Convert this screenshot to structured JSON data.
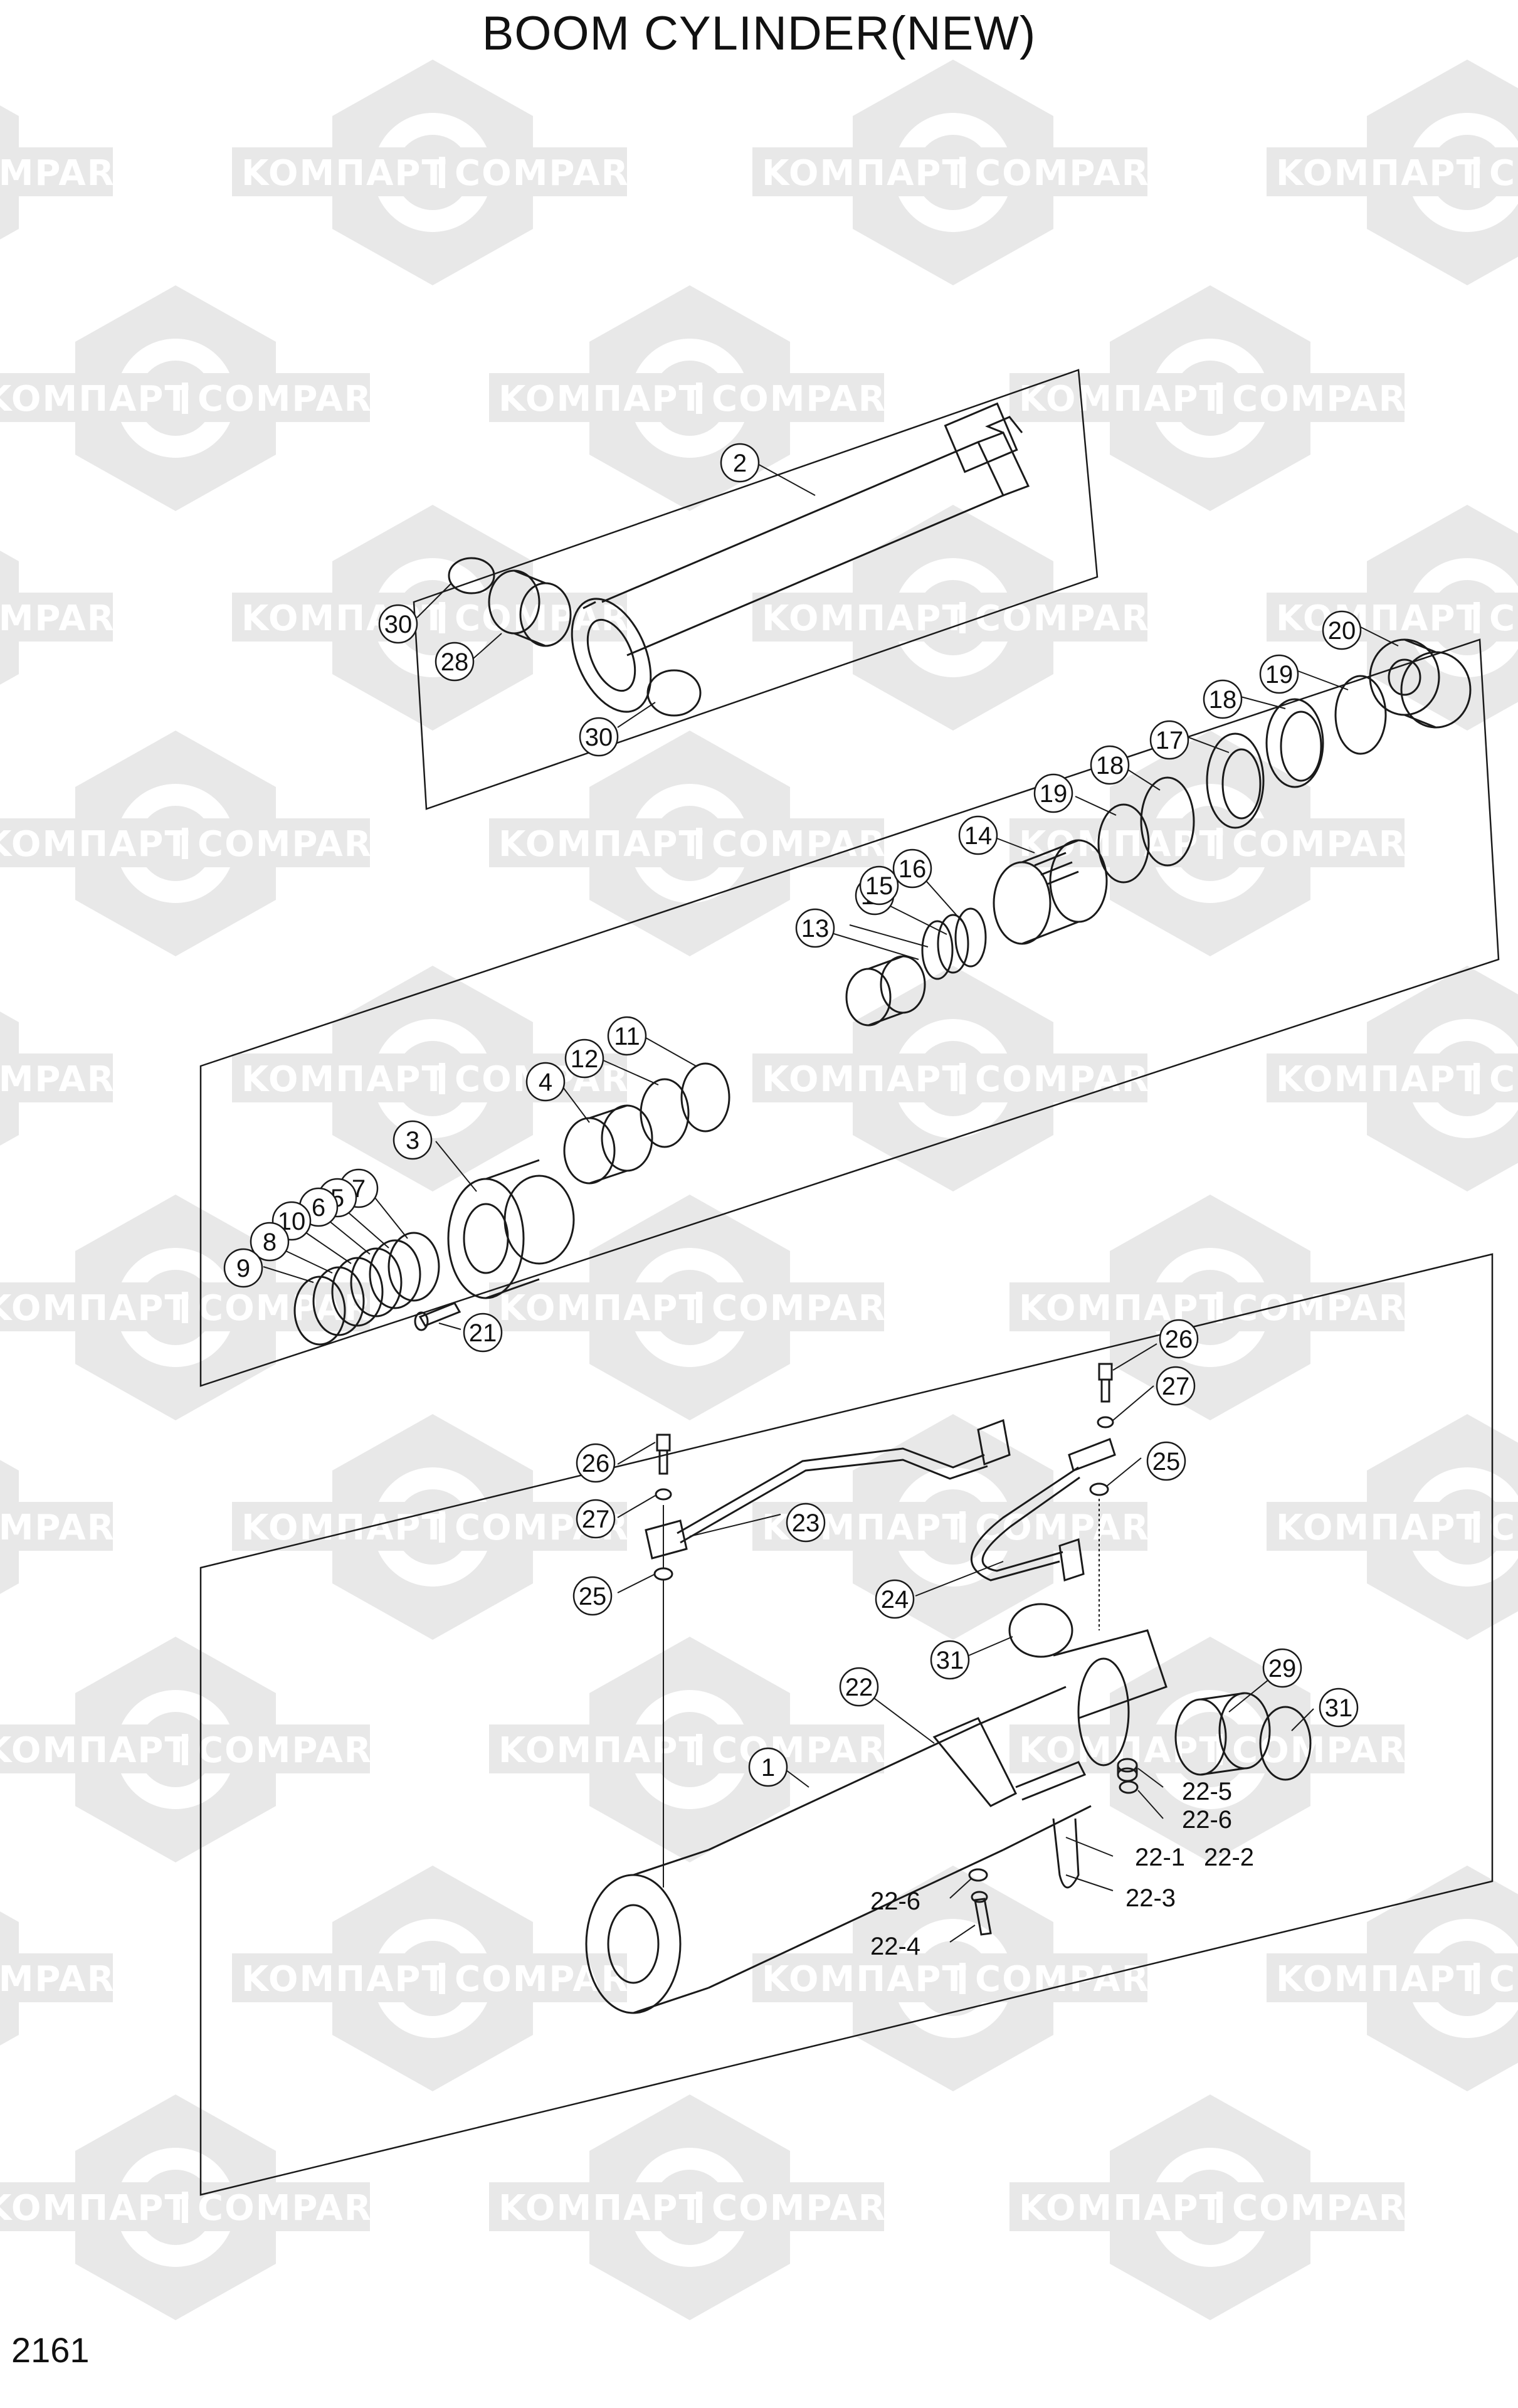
{
  "title": "BOOM CYLINDER(NEW)",
  "page_number": "2161",
  "watermark": {
    "brand_cyrillic": "KOMПAPT",
    "brand_latin": "COMPART"
  },
  "colors": {
    "line": "#1a1a1a",
    "watermark": "#e3e3e3",
    "background": "#ffffff"
  },
  "callouts": [
    "2",
    "30",
    "28",
    "30",
    "20",
    "19",
    "18",
    "17",
    "18",
    "19",
    "14",
    "16",
    "15",
    "16",
    "13",
    "11",
    "12",
    "4",
    "3",
    "7",
    "5",
    "6",
    "10",
    "8",
    "9",
    "21",
    "26",
    "27",
    "25",
    "23",
    "26",
    "27",
    "25",
    "24",
    "31",
    "29",
    "31",
    "22",
    "1",
    "22-5",
    "22-6",
    "22-1",
    "22-2",
    "22-3",
    "22-6",
    "22-4"
  ]
}
